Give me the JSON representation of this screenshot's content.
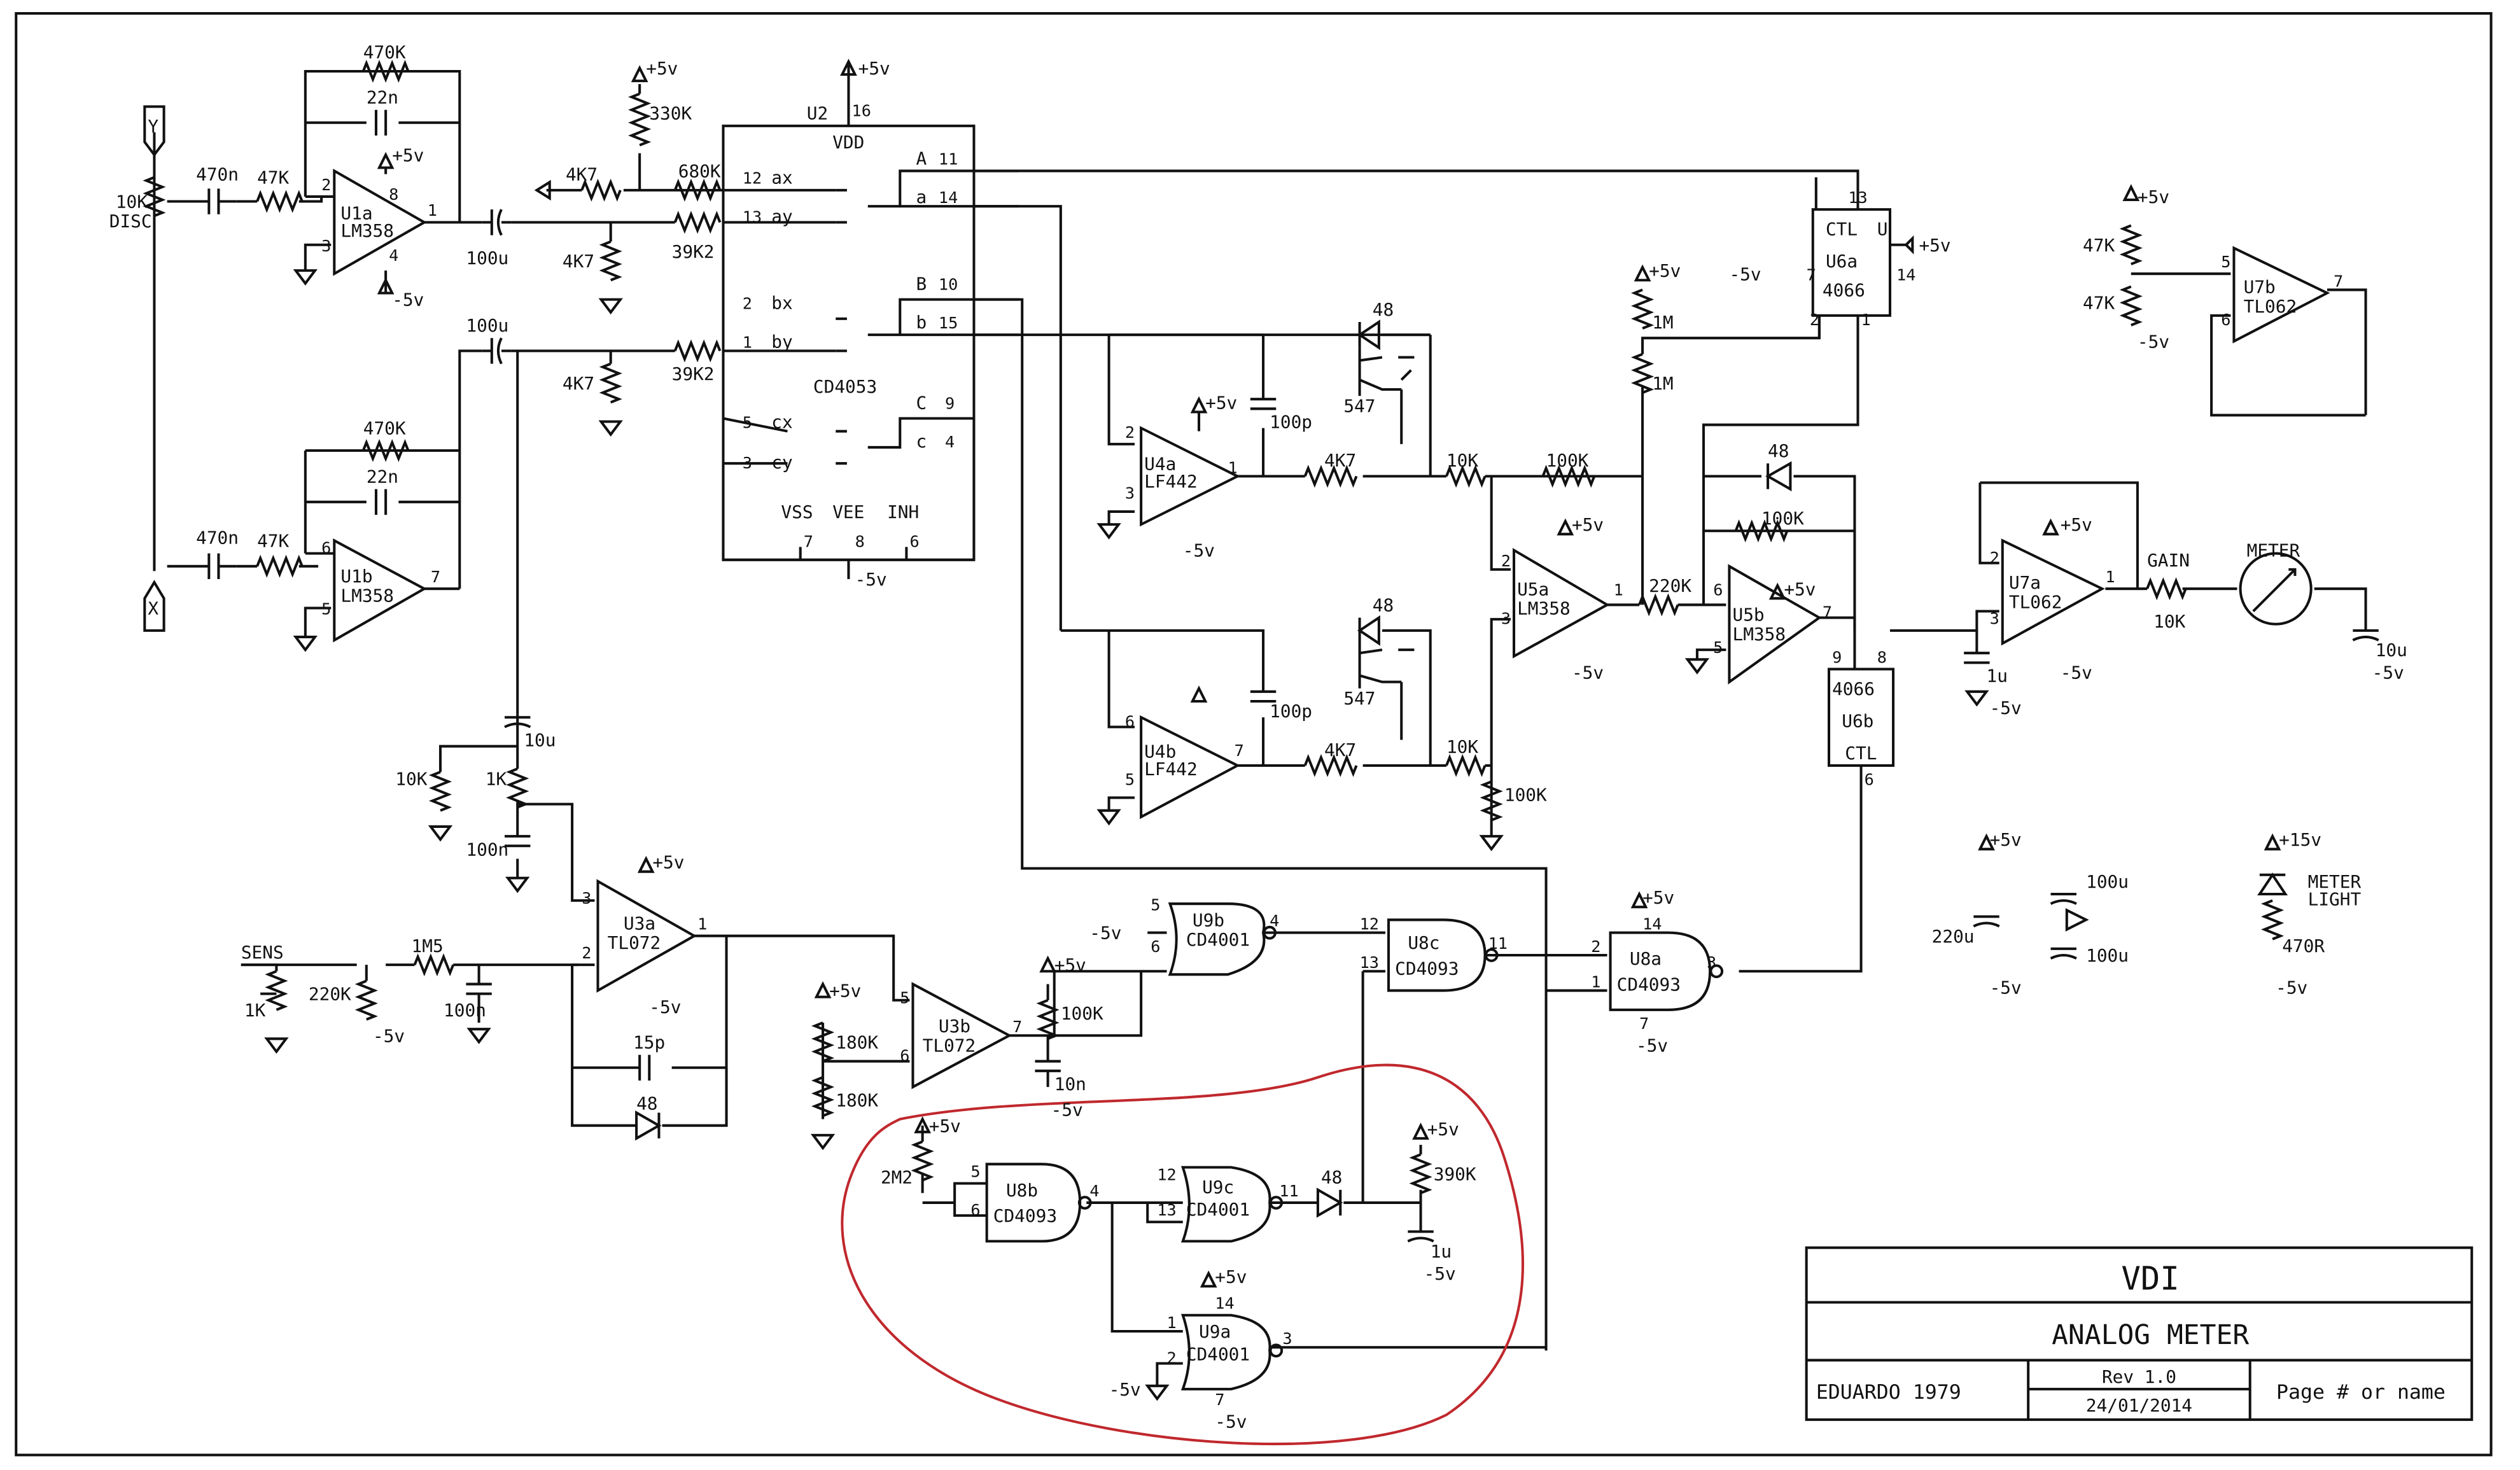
{
  "title_block": {
    "title": "VDI",
    "subtitle": "ANALOG METER",
    "author": "EDUARDO 1979",
    "rev": "Rev 1.0",
    "date": "24/01/2014",
    "page": "Page # or name"
  },
  "connectors": {
    "y": "Y",
    "x": "X",
    "sens": "SENS",
    "disc": "DISC",
    "meter": "METER",
    "meter_light": [
      "METER",
      "LIGHT"
    ],
    "gain": "GAIN"
  },
  "supplies": {
    "p5": "+5v",
    "m5": "-5v",
    "p15": "+15v"
  },
  "parts": {
    "u1a": [
      "U1a",
      "LM358"
    ],
    "u1b": [
      "U1b",
      "LM358"
    ],
    "u2": "U2",
    "u2_part": "CD4053",
    "u2_vdd": "VDD",
    "u2_vss": "VSS",
    "u2_vee": "VEE",
    "u2_inh": "INH",
    "u3a": [
      "U3a",
      "TL072"
    ],
    "u3b": [
      "U3b",
      "TL072"
    ],
    "u4a": [
      "U4a",
      "LF442"
    ],
    "u4b": [
      "U4b",
      "LF442"
    ],
    "u5a": [
      "U5a",
      "LM358"
    ],
    "u5b": [
      "U5b",
      "LM358"
    ],
    "u6a": [
      "CTL",
      "U6a",
      "4066"
    ],
    "u6a_u": "U",
    "u6b": [
      "4066",
      "U6b",
      "CTL"
    ],
    "u7a": [
      "U7a",
      "TL062"
    ],
    "u7b": [
      "U7b",
      "TL062"
    ],
    "u8a": [
      "U8a",
      "CD4093"
    ],
    "u8b": [
      "U8b",
      "CD4093"
    ],
    "u8c": [
      "U8c",
      "CD4093"
    ],
    "u9a": [
      "U9a",
      "CD4001"
    ],
    "u9b": [
      "U9b",
      "CD4001"
    ],
    "u9c": [
      "U9c",
      "CD4001"
    ]
  },
  "values": {
    "r470k": "470K",
    "c22n": "22n",
    "c470n": "470n",
    "r47k": "47K",
    "r10k": "10K",
    "c100u": "100u",
    "r4k7": "4K7",
    "r330k": "330K",
    "r680k": "680K",
    "r39k2": "39K2",
    "c10u": "10u",
    "r1k": "1K",
    "c100n": "100n",
    "r1m5": "1M5",
    "r220k": "220K",
    "c15p": "15p",
    "d48": "48",
    "r180k": "180K",
    "r100k": "100K",
    "c10n": "10n",
    "r2m2": "2M2",
    "r390k": "390K",
    "c1u": "1u",
    "q547": "547",
    "c100p": "100p",
    "r1m": "1M",
    "c220u": "220u",
    "r470r": "470R"
  },
  "pins": [
    "1",
    "2",
    "3",
    "4",
    "5",
    "6",
    "7",
    "8",
    "9",
    "10",
    "11",
    "12",
    "13",
    "14",
    "15",
    "16"
  ],
  "switch_pins": [
    "ax",
    "ay",
    "bx",
    "by",
    "cx",
    "cy",
    "a",
    "b",
    "c",
    "A",
    "B",
    "C"
  ],
  "annotation": {
    "color": "#c0282d",
    "label": "hand-drawn circle around U8b/U9c/U9a oscillator"
  }
}
